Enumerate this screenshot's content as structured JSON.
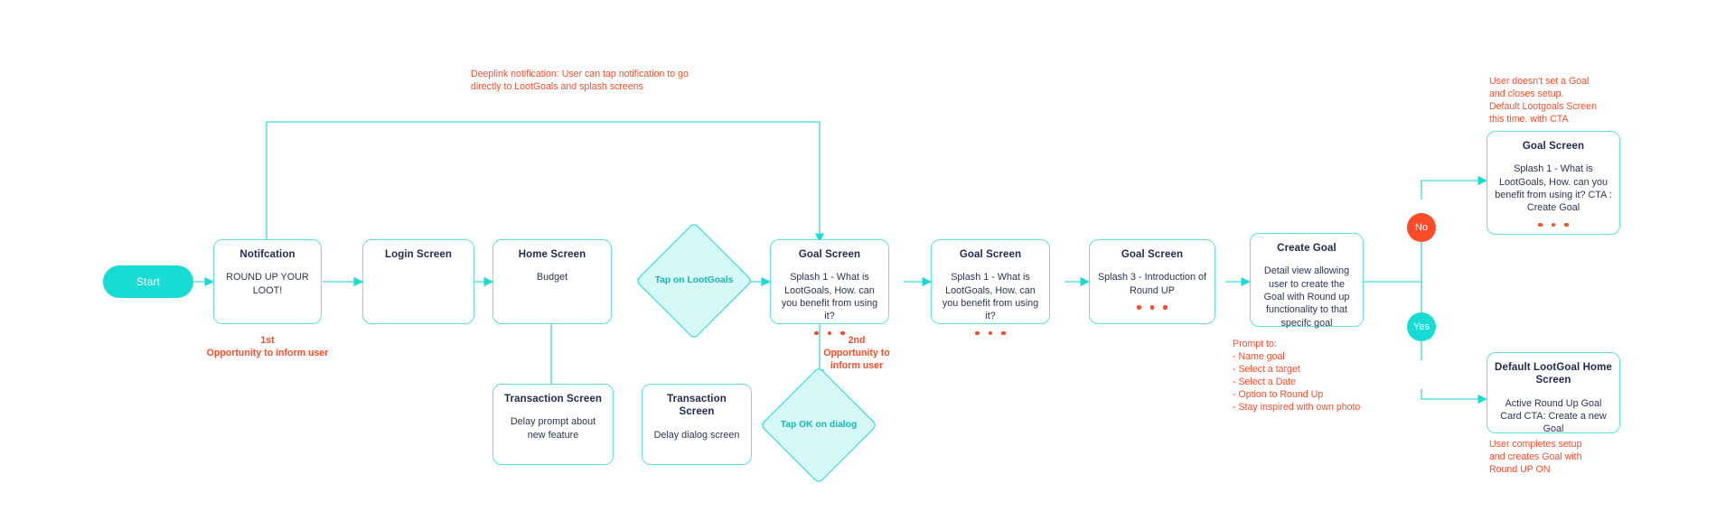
{
  "diagram": {
    "title": "LootGoals onboarding user flow",
    "colors": {
      "accent_teal": "#17dcd4",
      "node_border": "#5fe3e0",
      "annotation_red": "#fb4b28",
      "text_navy": "#1f2a4d",
      "diamond_fill": "#d6f8f7"
    }
  },
  "start": {
    "label": "Start"
  },
  "nodes": [
    {
      "id": "notification",
      "title": "Notifcation",
      "body": "ROUND UP YOUR LOOT!",
      "dots": 0
    },
    {
      "id": "login-screen",
      "title": "Login Screen",
      "body": "",
      "dots": 0
    },
    {
      "id": "home-screen",
      "title": "Home Screen",
      "body": "Budget",
      "dots": 0
    },
    {
      "id": "goal-screen-1",
      "title": "Goal Screen",
      "body": "Splash 1 - What is LootGoals, How.  can you benefit from using it?",
      "dots": 3
    },
    {
      "id": "goal-screen-2",
      "title": "Goal Screen",
      "body": "Splash 1 - What is LootGoals, How.  can you benefit from using it?",
      "dots": 3
    },
    {
      "id": "goal-screen-3",
      "title": "Goal Screen",
      "body": "Splash 3 - Introduction of Round UP",
      "dots": 3
    },
    {
      "id": "create-goal",
      "title": "Create Goal",
      "body": "Detail view allowing user to create the Goal  with Round up functionality to that specifc goal",
      "dots": 0
    },
    {
      "id": "transaction-screen-1",
      "title": "Transaction Screen",
      "body": "Delay prompt about new feature",
      "dots": 0
    },
    {
      "id": "transaction-screen-2",
      "title": "Transaction Screen",
      "body": "Delay dialog screen",
      "dots": 0
    },
    {
      "id": "goal-screen-no",
      "title": "Goal Screen",
      "body": "Splash 1 - What is LootGoals, How.  can you benefit from using it? CTA : Create Goal",
      "dots": 3
    },
    {
      "id": "default-lootgoal-home",
      "title": "Default LootGoal Home Screen",
      "body": "Active Round Up Goal Card CTA: Create a new Goal",
      "dots": 0
    }
  ],
  "decisions": [
    {
      "id": "tap-on-lootgoals",
      "label": "Tap on LootGoals"
    },
    {
      "id": "tap-ok-on-dialog",
      "label": "Tap OK on dialog"
    },
    {
      "id": "branch-no",
      "label": "No"
    },
    {
      "id": "branch-yes",
      "label": "Yes"
    }
  ],
  "annotations": [
    {
      "id": "deeplink-note",
      "text": "Deeplink notification: User can tap notification to go\ndirectly to LootGoals and splash screens"
    },
    {
      "id": "first-opportunity",
      "text": "1st\nOpportunity to inform user"
    },
    {
      "id": "second-opportunity",
      "text": "2nd\nOpportunity to\ninform user"
    },
    {
      "id": "prompt-to-list",
      "text": "Prompt to:\n-  Name goal\n- Select a target\n- Select a Date\n- Option to Round Up\n- Stay inspired with own photo"
    },
    {
      "id": "no-branch-note",
      "text": "User doesn't set a Goal\nand closes setup.\nDefault Lootgoals Screen\nthis time. with CTA"
    },
    {
      "id": "yes-branch-note",
      "text": "User completes setup\nand creates Goal with\nRound UP ON"
    }
  ]
}
